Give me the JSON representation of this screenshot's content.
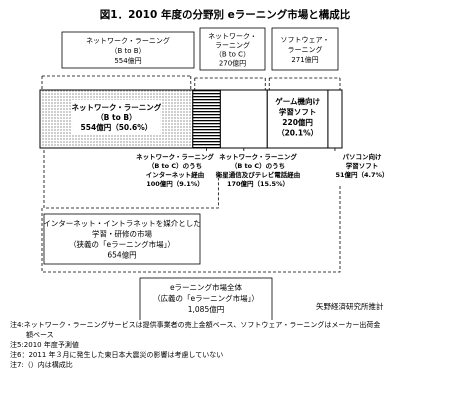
{
  "title": "図1．2010 年度の分野別 eラーニング市場と構成比",
  "chart_data": {
    "type": "bar",
    "title": "図1．2010 年度の分野別 eラーニング市場と構成比",
    "unit": "億円",
    "total": 1085,
    "segments": [
      {
        "name": "ネットワーク・ラーニング（B to B）",
        "value": 554,
        "share": 50.6,
        "lines": [
          "ネットワーク・ラーニング",
          "（B to B）",
          "554億円（50.6%）"
        ]
      },
      {
        "name": "ネットワーク・ラーニング（B to C）のうちインターネット経由",
        "value": 100,
        "share": 9.1,
        "lines": [
          "ネットワーク・ラーニング",
          "（B to C）のうち",
          "インターネット経由",
          "100億円（9.1%）"
        ]
      },
      {
        "name": "ネットワーク・ラーニング（B to C）のうち衛星通信及びテレビ電話経由",
        "value": 170,
        "share": 15.5,
        "lines": [
          "ネットワーク・ラーニング",
          "（B to C）のうち",
          "衛星通信及びテレビ電話経由",
          "170億円（15.5%）"
        ]
      },
      {
        "name": "ゲーム機向け学習ソフト",
        "value": 220,
        "share": 20.1,
        "lines": [
          "ゲーム機向け",
          "学習ソフト",
          "220億円",
          "（20.1%）"
        ]
      },
      {
        "name": "パソコン向け学習ソフト",
        "value": 51,
        "share": 4.7,
        "lines": [
          "パソコン向け",
          "学習ソフト",
          "51億円（4.7%）"
        ]
      }
    ],
    "top_groups": [
      {
        "lines": [
          "ネットワーク・ラーニング",
          "（B to B）",
          "554億円"
        ],
        "value": 554
      },
      {
        "lines": [
          "ネットワーク・",
          "ラーニング",
          "（B to C）",
          "270億円"
        ],
        "value": 270
      },
      {
        "lines": [
          "ソフトウェア・",
          "ラーニング",
          "271億円"
        ],
        "value": 271
      }
    ],
    "lower_groups": [
      {
        "lines": [
          "インターネット・イントラネットを媒介とした",
          "学習・研修の市場",
          "（狭義の「eラーニング市場」）",
          "654億円"
        ],
        "value": 654
      },
      {
        "lines": [
          "eラーニング市場全体",
          "（広義の「eラーニング市場」）",
          "1,085億円"
        ],
        "value": 1085
      }
    ]
  },
  "source": "矢野経済研究所推計",
  "notes": [
    "注4:ネットワーク・ラーニングサービスは提供事業者の売上金額ベース、ソフトウェア・ラーニングはメーカー出荷金",
    "額ベース",
    "注5:2010 年度予測値",
    "注6：2011 年３月に発生した東日本大震災の影響は考慮していない",
    "注7:（）内は構成比"
  ]
}
